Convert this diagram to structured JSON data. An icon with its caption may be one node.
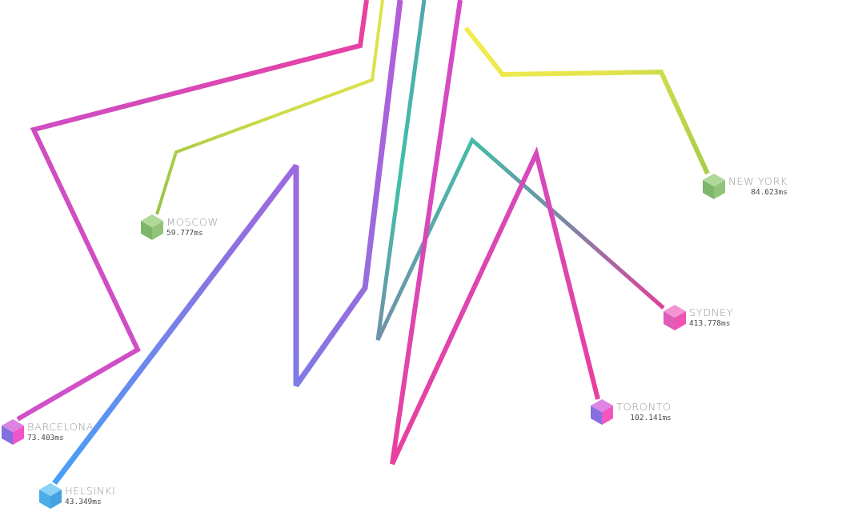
{
  "diagram": {
    "nodes": [
      {
        "text": [
          "NEW YORK",
          "84.623ms"
        ]
      },
      {
        "text": [
          "MOSCOW",
          "59.777ms"
        ]
      },
      {
        "text": [
          "SYDNEY",
          "413.778ms"
        ]
      },
      {
        "text": [
          "TORONTO",
          "102.141ms"
        ]
      },
      {
        "text": [
          "BARCELONA",
          "73.403ms"
        ]
      },
      {
        "text": [
          "HELSINKI",
          "43.349ms"
        ]
      }
    ],
    "edges": [
      {
        "from": null,
        "to": 0,
        "arrow": "none",
        "color": "#a8cc48"
      },
      {
        "from": null,
        "to": 1,
        "arrow": "none",
        "color": "#98c448"
      },
      {
        "from": null,
        "to": 2,
        "arrow": "none",
        "color": "#e0409a"
      },
      {
        "from": null,
        "to": 3,
        "arrow": "none",
        "color": "#e8409e"
      },
      {
        "from": null,
        "to": 4,
        "arrow": "none",
        "color": "#d050c8"
      },
      {
        "from": null,
        "to": 5,
        "arrow": "none",
        "color": "#48a0f8"
      }
    ]
  }
}
